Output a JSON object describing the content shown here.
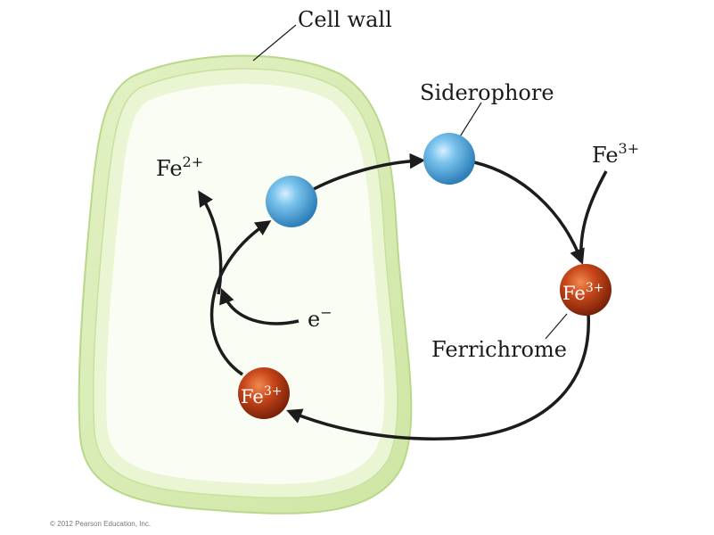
{
  "labels": {
    "cell_wall": "Cell wall",
    "siderophore": "Siderophore",
    "fe3_external": {
      "base": "Fe",
      "sup": "3+"
    },
    "fe2_internal": {
      "base": "Fe",
      "sup": "2+"
    },
    "ferrichrome": "Ferrichrome",
    "electron": {
      "base": "e",
      "sup": "−"
    },
    "ferrichrome_ball": {
      "base": "Fe",
      "sup": "3+"
    },
    "inner_ball": {
      "base": "Fe",
      "sup": "3+"
    }
  },
  "copyright": "© 2012 Pearson Education, Inc.",
  "colors": {
    "cell_wall_outer": "#d9ecb4",
    "cell_wall_inner": "#eef6dc",
    "cytoplasm": "#f9fcf2",
    "siderophore": "#5fb0e0",
    "iron_complex": "#c0441a",
    "arrow": "#1c1c1c"
  }
}
